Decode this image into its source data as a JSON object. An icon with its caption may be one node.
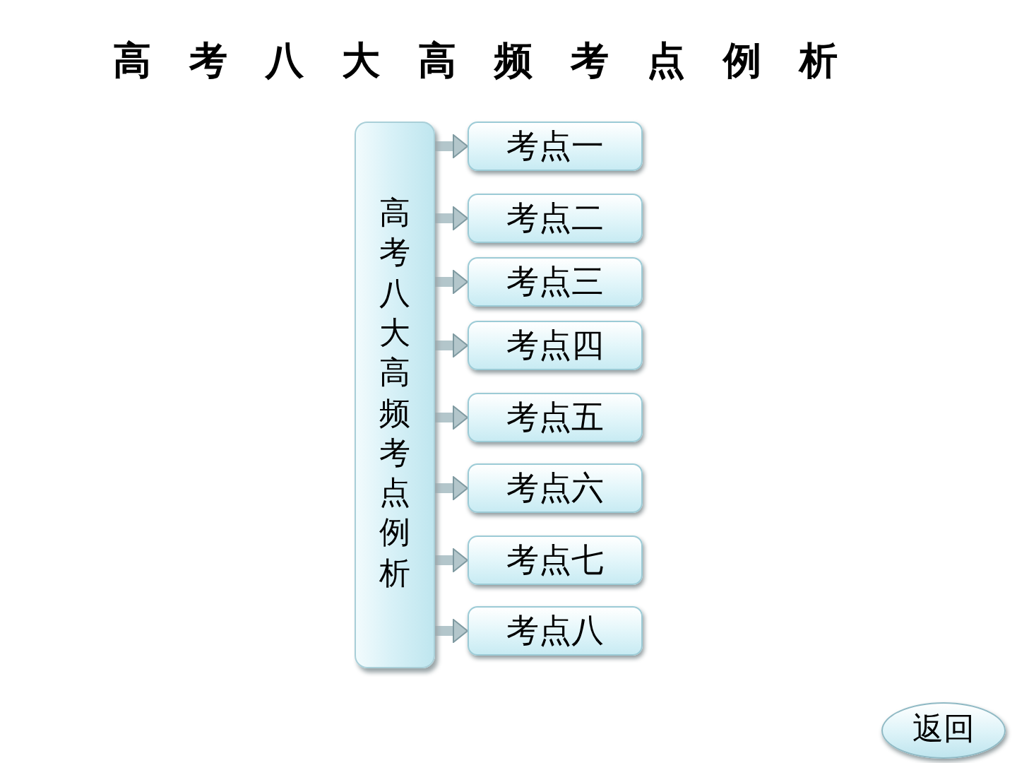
{
  "diagram": {
    "title": "高考八大高频考点例析",
    "nodes": [
      {
        "text": [
          "高考八大高频考点例析"
        ]
      },
      {
        "text": [
          "考点一"
        ]
      },
      {
        "text": [
          "考点二"
        ]
      },
      {
        "text": [
          "考点三"
        ]
      },
      {
        "text": [
          "考点四"
        ]
      },
      {
        "text": [
          "考点五"
        ]
      },
      {
        "text": [
          "考点六"
        ]
      },
      {
        "text": [
          "考点七"
        ]
      },
      {
        "text": [
          "考点八"
        ]
      },
      {
        "text": [
          "返回"
        ]
      }
    ],
    "edges": [
      {
        "from": 0,
        "to": 1,
        "arrow": "to"
      },
      {
        "from": 0,
        "to": 2,
        "arrow": "to"
      },
      {
        "from": 0,
        "to": 3,
        "arrow": "to"
      },
      {
        "from": 0,
        "to": 4,
        "arrow": "to"
      },
      {
        "from": 0,
        "to": 5,
        "arrow": "to"
      },
      {
        "from": 0,
        "to": 6,
        "arrow": "to"
      },
      {
        "from": 0,
        "to": 7,
        "arrow": "to"
      },
      {
        "from": 0,
        "to": 8,
        "arrow": "to"
      }
    ]
  }
}
